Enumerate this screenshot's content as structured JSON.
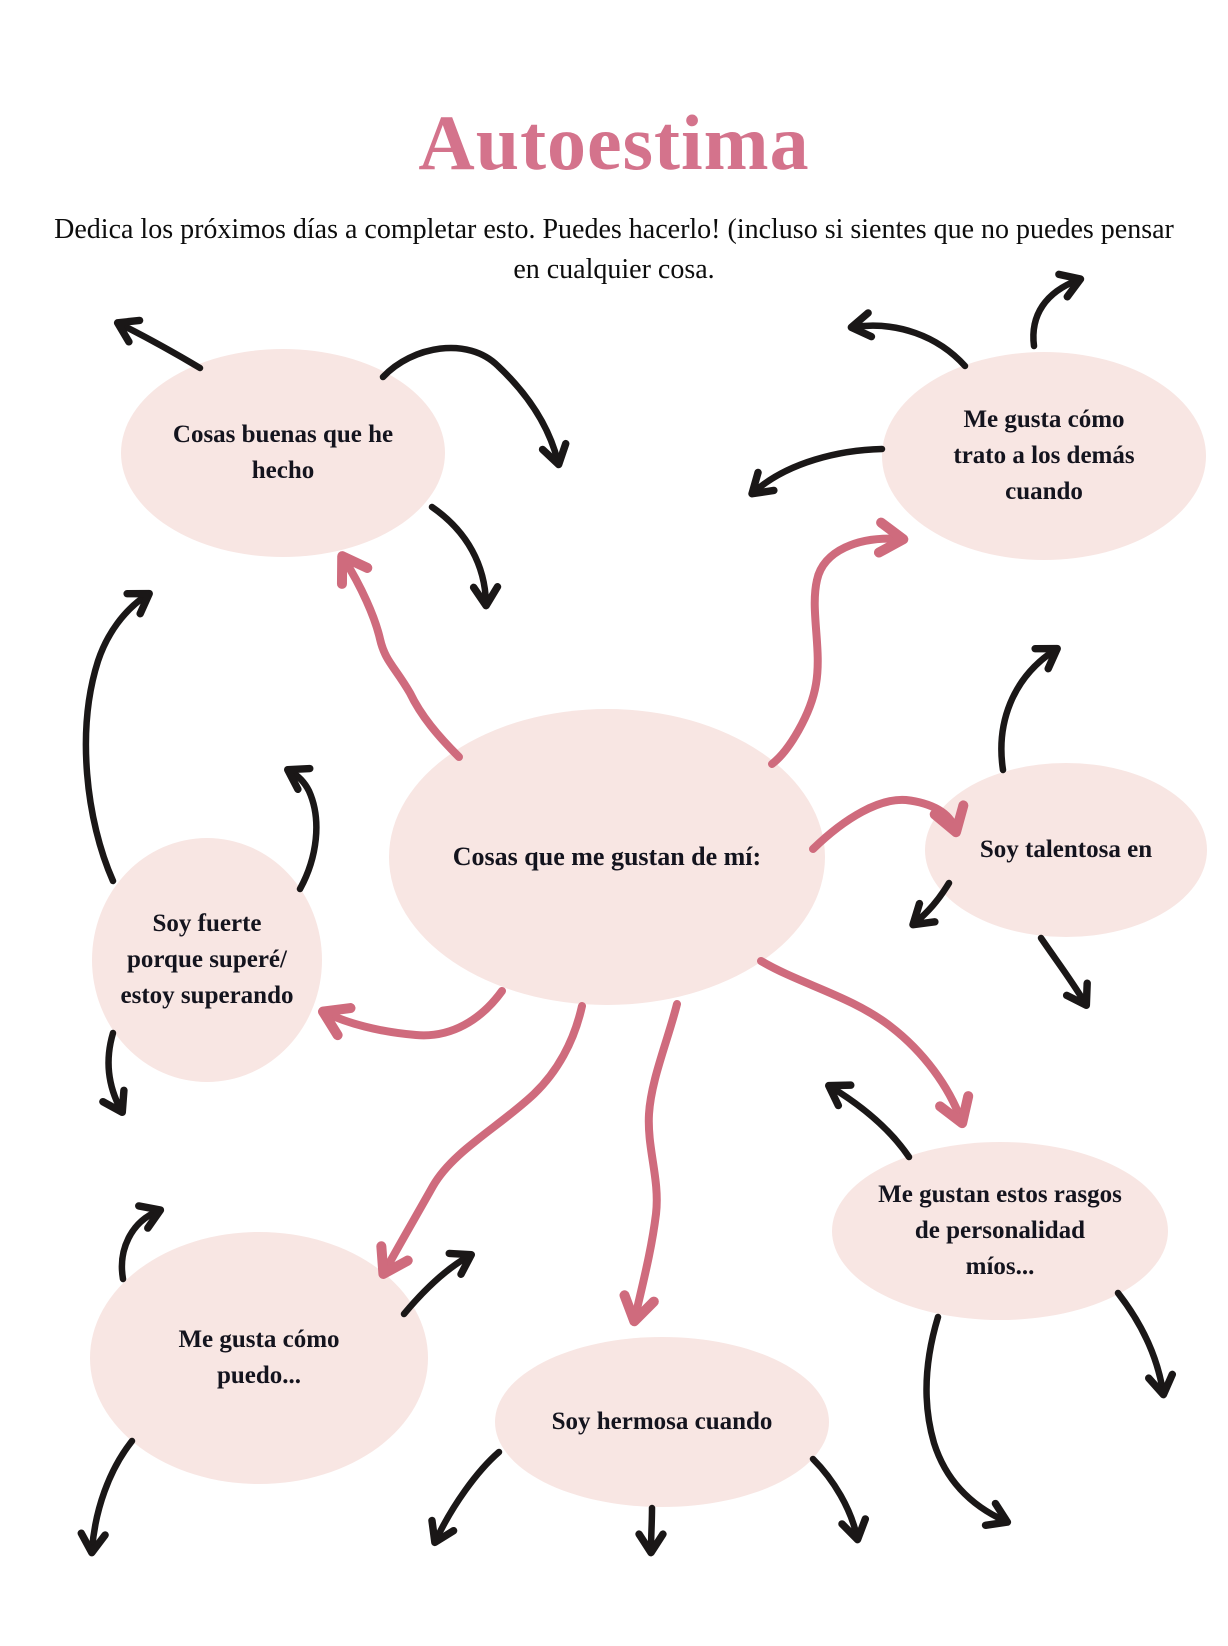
{
  "page": {
    "title": "Autoestima",
    "subtitle": "Dedica los próximos días a completar esto. Puedes hacerlo! (incluso si sientes que no puedes pensar en cualquier cosa."
  },
  "colors": {
    "title_pink": "#d4738c",
    "arrow_pink": "#cf6b7d",
    "bubble_fill": "#f8e6e3",
    "doodle_black": "#1a1717",
    "text": "#14141e"
  },
  "mindmap": {
    "center": {
      "label": "Cosas que me gustan de mí:"
    },
    "nodes": [
      {
        "id": "good-things",
        "label": "Cosas buenas que he\nhecho"
      },
      {
        "id": "treat-others",
        "label": "Me gusta cómo\ntrato a los demás\ncuando"
      },
      {
        "id": "talented",
        "label": "Soy talentosa en"
      },
      {
        "id": "strong",
        "label": "Soy fuerte\nporque superé/\nestoy superando"
      },
      {
        "id": "can-do",
        "label": "Me gusta cómo\npuedo..."
      },
      {
        "id": "beautiful",
        "label": "Soy hermosa cuando"
      },
      {
        "id": "personality",
        "label": "Me gustan estos rasgos\nde personalidad\nmíos..."
      }
    ]
  }
}
